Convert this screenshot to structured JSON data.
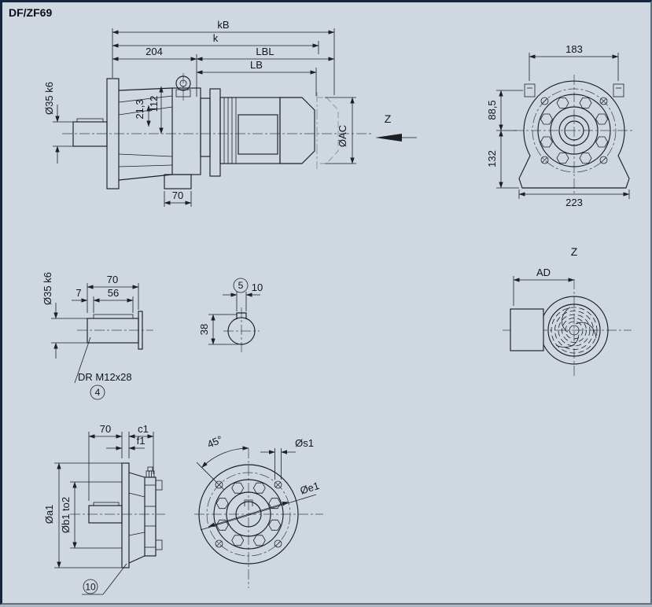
{
  "labels": {
    "title": "DF/ZF69"
  },
  "colors": {
    "background": "#cfd8e1",
    "line": "#1d1f24",
    "muted_line": "#8d969e"
  },
  "side": {
    "kB": "kB",
    "k": "k",
    "len204": "204",
    "LBL": "LBL",
    "LB": "LB",
    "shaft_dia": "Ø35 k6",
    "h213": "21,3",
    "h112": "112",
    "w70": "70",
    "AC": "ØAC",
    "z": "Z"
  },
  "front": {
    "w183": "183",
    "h885": "88,5",
    "h132": "132",
    "w223": "223"
  },
  "shaft": {
    "l70": "70",
    "l7": "7",
    "l56": "56",
    "dia": "Ø35 k6",
    "thread": "DR M12x28",
    "callout": "4"
  },
  "section": {
    "callout": "5",
    "w10": "10",
    "h38": "38"
  },
  "fan": {
    "z": "Z",
    "ad": "AD"
  },
  "flange_side": {
    "l70": "70",
    "c1": "c1",
    "f1": "f1",
    "a1": "Øa1",
    "b1": "Øb1 to2",
    "callout": "10"
  },
  "flange_front": {
    "angle": "45°",
    "s1": "Øs1",
    "e1": "Øe1"
  }
}
